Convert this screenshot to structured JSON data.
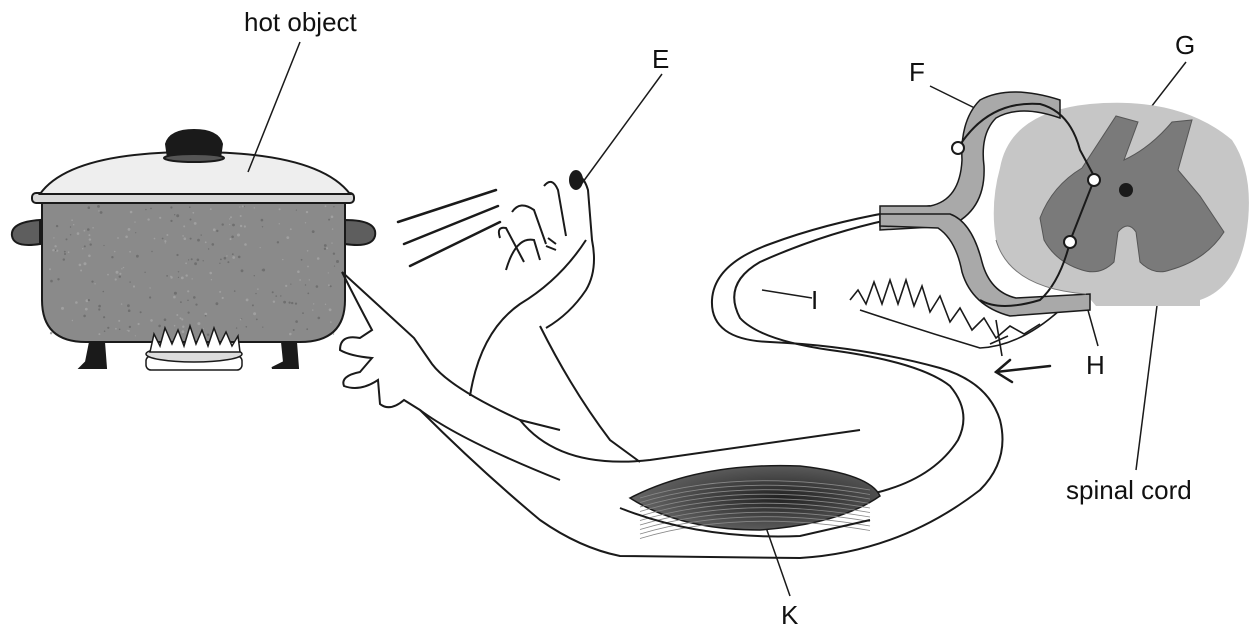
{
  "labels": {
    "hot_object": "hot object",
    "e": "E",
    "f": "F",
    "g": "G",
    "h": "H",
    "i": "I",
    "k": "K",
    "spinal_cord": "spinal cord"
  },
  "colors": {
    "pot_body": "#8a8a8a",
    "pot_lid": "#eeeeee",
    "spinal_grey_matter": "#7a7a7a",
    "spinal_white_matter": "#c6c6c6",
    "muscle": "#3a3a3a",
    "line": "#1a1a1a"
  }
}
